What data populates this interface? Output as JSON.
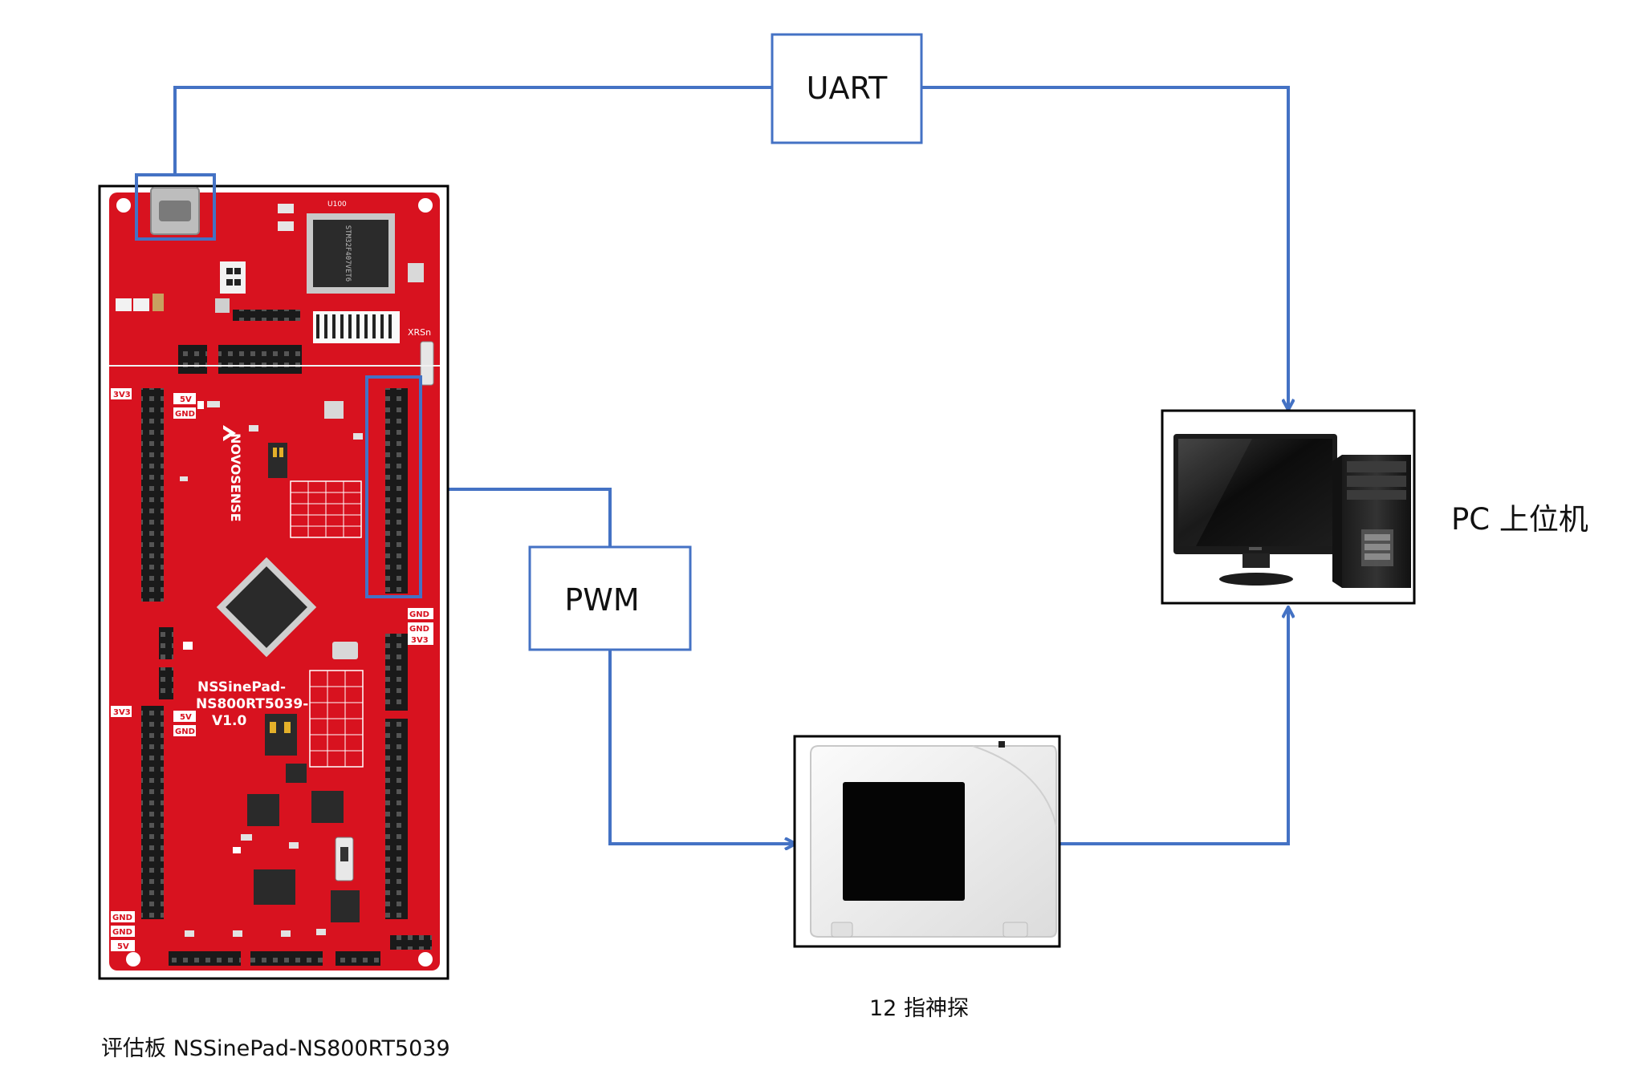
{
  "nodes": {
    "uart": {
      "label": "UART"
    },
    "pwm": {
      "label": "PWM"
    },
    "board": {
      "caption": "评估板 NSSinePad-NS800RT5039"
    },
    "pc": {
      "label": "PC 上位机"
    },
    "probe": {
      "caption": "12 指神探"
    }
  },
  "board_silkscreen": {
    "title": [
      "NSSinePad-",
      "NS800RT5039-",
      "V1.0"
    ],
    "brand": "NOVOSENSE",
    "chip_mark": "STM32F407VET6",
    "xrs": "XRSn",
    "u100": "U100",
    "labels_left": [
      "3V3",
      "5V",
      "GND"
    ],
    "labels_right": [
      "GND",
      "GND",
      "3V3"
    ],
    "labels_bottom_left": [
      "GND",
      "GND",
      "5V"
    ],
    "labels_mid": [
      "3V3",
      "5V",
      "GND"
    ]
  },
  "colors": {
    "connector": "#4472c4",
    "pcb": "#d8121f",
    "frame": "#000000"
  }
}
